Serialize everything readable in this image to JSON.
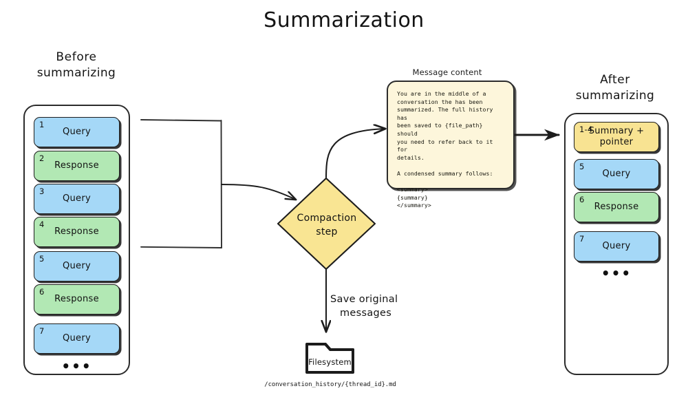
{
  "diagram": {
    "title": "Summarization",
    "accent_colors": {
      "query": "#a5d8f7",
      "response": "#b2e8b4",
      "summary": "#f8e392",
      "note_bg": "#fdf6db",
      "stroke": "#1d1d1d",
      "background": "#ffffff"
    }
  },
  "before": {
    "caption_line1": "Before",
    "caption_line2": "summarizing",
    "ellipsis": "•••",
    "messages": [
      {
        "index": "1",
        "label": "Query",
        "kind": "blue"
      },
      {
        "index": "2",
        "label": "Response",
        "kind": "green"
      },
      {
        "index": "3",
        "label": "Query",
        "kind": "blue"
      },
      {
        "index": "4",
        "label": "Response",
        "kind": "green"
      },
      {
        "index": "5",
        "label": "Query",
        "kind": "blue"
      },
      {
        "index": "6",
        "label": "Response",
        "kind": "green"
      },
      {
        "index": "7",
        "label": "Query",
        "kind": "blue"
      }
    ]
  },
  "after": {
    "caption_line1": "After",
    "caption_line2": "summarizing",
    "ellipsis": "•••",
    "messages": [
      {
        "index": "1-4",
        "label": "Summary +\npointer",
        "kind": "yellow"
      },
      {
        "index": "5",
        "label": "Query",
        "kind": "blue"
      },
      {
        "index": "6",
        "label": "Response",
        "kind": "green"
      },
      {
        "index": "7",
        "label": "Query",
        "kind": "blue"
      }
    ]
  },
  "compaction": {
    "label_line1": "Compaction",
    "label_line2": "step"
  },
  "note": {
    "caption": "Message content",
    "body": "You are in the middle of a\nconversation the has been\nsummarized. The full history has\nbeen saved to {file_path} should\nyou need to refer back to it for\ndetails.\n\nA condensed summary follows:\n\n<summary>\n{summary}\n</summary>"
  },
  "save_branch": {
    "arrow_label_line1": "Save original",
    "arrow_label_line2": "messages",
    "folder_label": "Filesystem",
    "path": "/conversation_history/{thread_id}.md"
  }
}
